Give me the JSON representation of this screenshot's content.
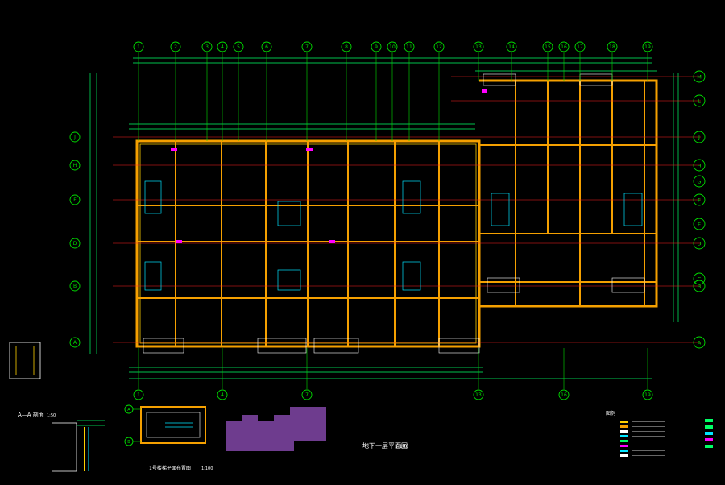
{
  "drawing": {
    "grid_top": [
      "1",
      "2",
      "3",
      "4",
      "5",
      "6",
      "7",
      "8",
      "9",
      "10",
      "11",
      "12",
      "13",
      "14",
      "15",
      "16",
      "17",
      "18",
      "19"
    ],
    "grid_bottom": [
      "1",
      "4",
      "7",
      "13",
      "16",
      "19"
    ],
    "grid_left": [
      "J",
      "H",
      "F",
      "D",
      "B",
      "A"
    ],
    "grid_right": [
      "M",
      "L",
      "J",
      "H",
      "G",
      "F",
      "E",
      "D",
      "C",
      "B",
      "A"
    ],
    "main_title": "地下一层平面图",
    "main_scale": "1:100",
    "section_title": "A—A 剖面",
    "section_scale": "1:50",
    "detail_title": "1号楼梯平面布置图",
    "detail_scale": "1:100",
    "detail_grid": [
      "A",
      "B"
    ]
  },
  "legend": {
    "title": "图例"
  },
  "colors": {
    "background": "#000000",
    "axis": "#00e000",
    "wall": "#f5a000",
    "wall_inner": "#ffd000",
    "dimension": "#00ff66",
    "red_axis": "#ff2020",
    "white_ink": "#ffffff",
    "magenta": "#ff00ff",
    "cyan": "#00e5ff",
    "key_plan": "#6e3c8e"
  }
}
